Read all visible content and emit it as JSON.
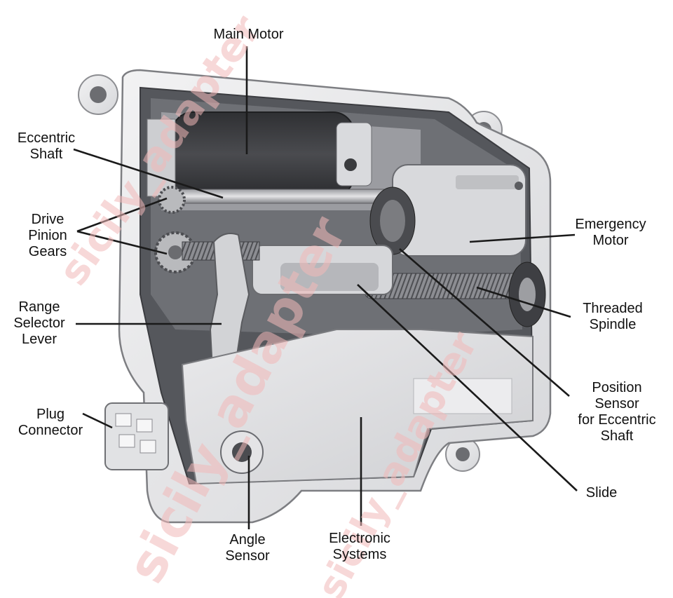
{
  "labels": {
    "main_motor": [
      "Main Motor"
    ],
    "eccentric_shaft": [
      "Eccentric",
      "Shaft"
    ],
    "drive_pinion_gears": [
      "Drive",
      "Pinion",
      "Gears"
    ],
    "range_selector_lever": [
      "Range",
      "Selector",
      "Lever"
    ],
    "plug_connector": [
      "Plug",
      "Connector"
    ],
    "angle_sensor": [
      "Angle",
      "Sensor"
    ],
    "electronic_systems": [
      "Electronic",
      "Systems"
    ],
    "slide": [
      "Slide"
    ],
    "position_sensor": [
      "Position",
      "Sensor",
      "for Eccentric",
      "Shaft"
    ],
    "threaded_spindle": [
      "Threaded",
      "Spindle"
    ],
    "emergency_motor": [
      "Emergency",
      "Motor"
    ]
  },
  "watermark": "sicily_adapter",
  "colors": {
    "housing_light": "#e6e6e8",
    "housing_mid": "#c7c8cc",
    "housing_dark": "#55575c",
    "motor_dark": "#3a3b3e",
    "leader_line": "#1a1a1a",
    "watermark": "#f2b9b9"
  }
}
